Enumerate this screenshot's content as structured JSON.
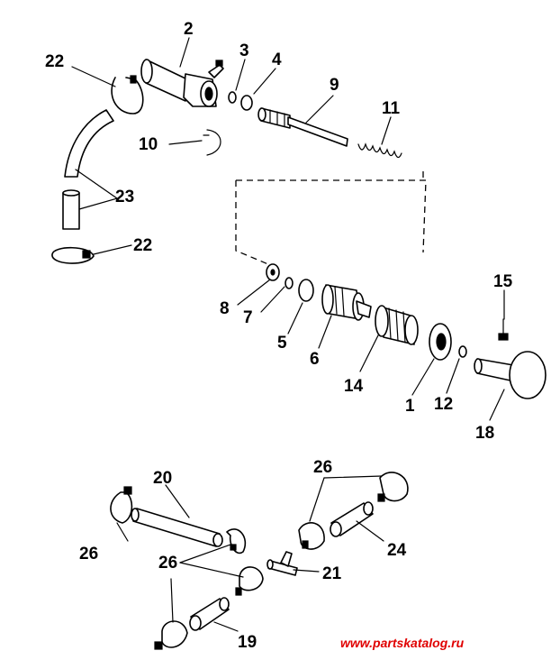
{
  "callouts": {
    "n1": "1",
    "n2": "2",
    "n3": "3",
    "n4": "4",
    "n5": "5",
    "n6": "6",
    "n7": "7",
    "n8": "8",
    "n9": "9",
    "n10": "10",
    "n11": "11",
    "n12": "12",
    "n14": "14",
    "n15": "15",
    "n18": "18",
    "n19": "19",
    "n20": "20",
    "n21": "21",
    "n22a": "22",
    "n22b": "22",
    "n23": "23",
    "n24": "24",
    "n26a": "26",
    "n26b": "26",
    "n26c": "26"
  },
  "watermark": "www.partskatalog.ru",
  "colors": {
    "line": "#000000",
    "watermark": "#e00000",
    "background": "#ffffff"
  }
}
